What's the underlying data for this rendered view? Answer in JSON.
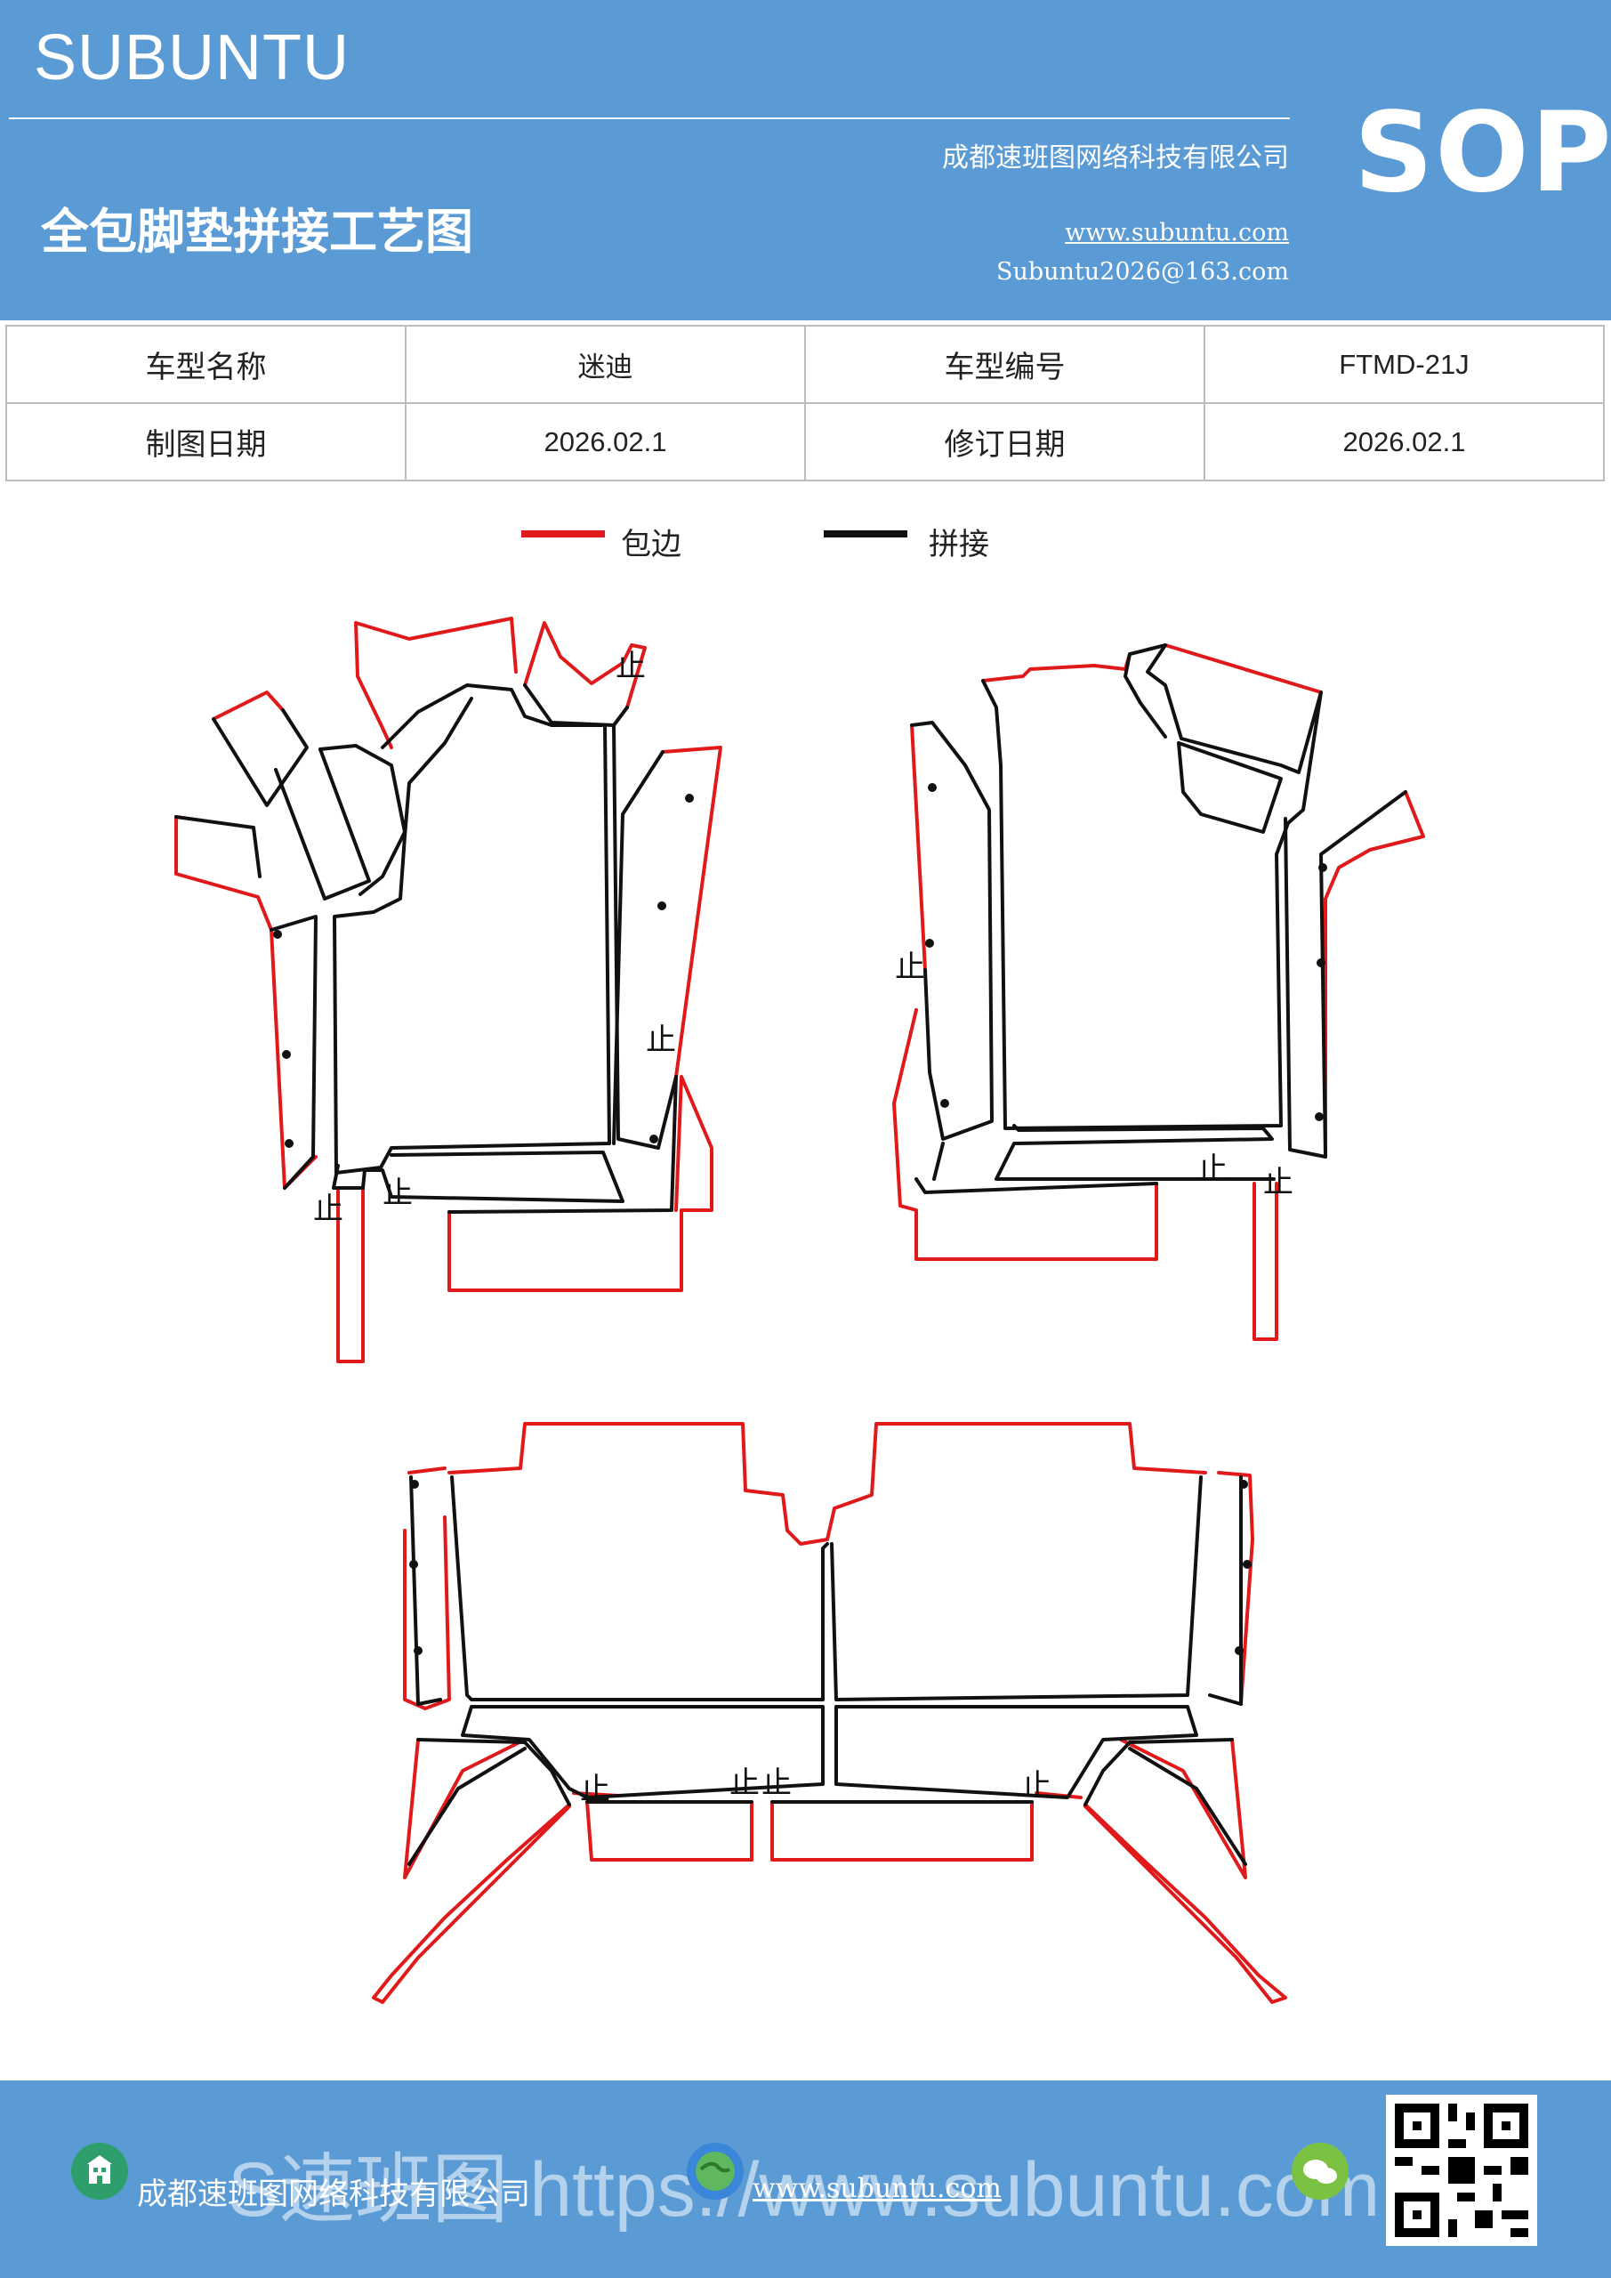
{
  "header": {
    "brand": "SUBUNTU",
    "title": "全包脚垫拼接工艺图",
    "company": "成都速班图网络科技有限公司",
    "website": "www.subuntu.com",
    "email": "Subuntu2026@163.com",
    "badge": "SOP",
    "bg_color": "#5b9bd5"
  },
  "info_table": {
    "rows": [
      [
        "车型名称",
        "迷迪",
        "车型编号",
        "FTMD-21J"
      ],
      [
        "制图日期",
        "2026.02.1",
        "修订日期",
        "2026.02.1"
      ]
    ]
  },
  "legend": {
    "edge_label": "包边",
    "edge_color": "#e0191a",
    "joint_label": "拼接",
    "joint_color": "#111111"
  },
  "markers": {
    "stop_label": "止"
  },
  "footer": {
    "company": "成都速班图网络科技有限公司",
    "website": "www.subuntu.com",
    "watermark": "S速班图 https://www.subuntu.com"
  }
}
